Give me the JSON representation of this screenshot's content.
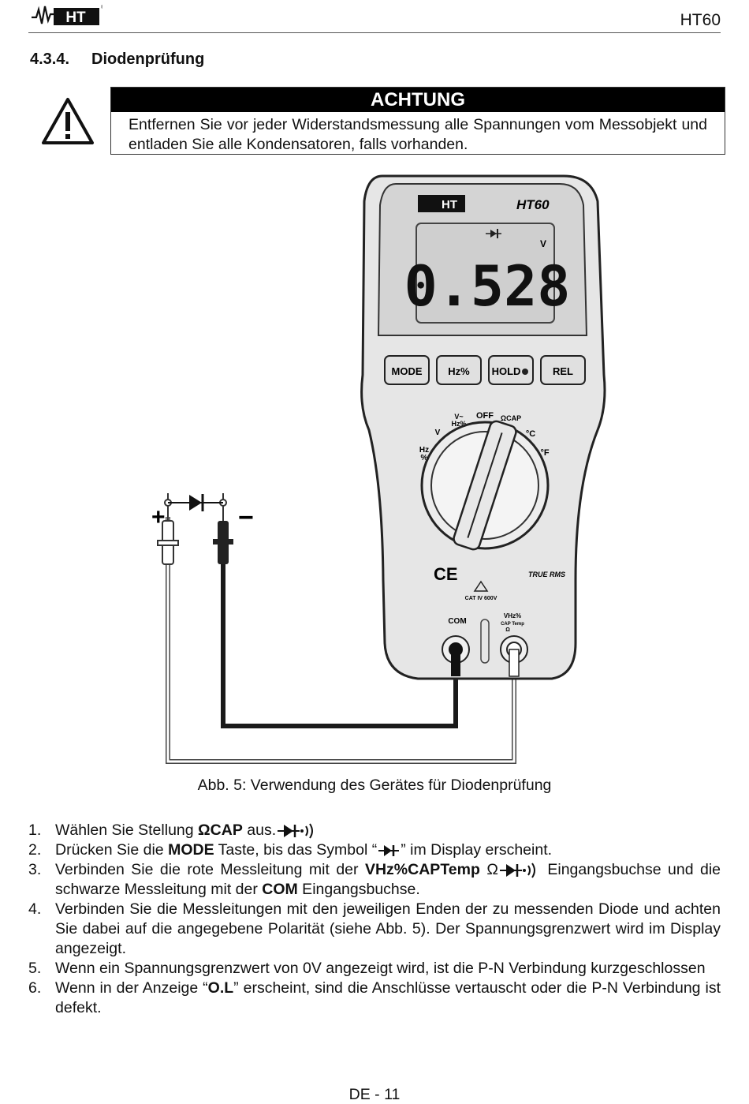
{
  "header": {
    "logo_text": "HT",
    "model": "HT60",
    "registered_mark": "®"
  },
  "section": {
    "number": "4.3.4.",
    "title": "Diodenprüfung"
  },
  "warning": {
    "title": "ACHTUNG",
    "text": "Entfernen Sie vor jeder Widerstandsmessung alle Spannungen vom Messobjekt und entladen Sie alle Kondensatoren, falls vorhanden."
  },
  "figure": {
    "device_logo": "HT",
    "device_model": "HT60",
    "display_reading": "0.528",
    "display_unit": "V",
    "buttons": [
      "MODE",
      "Hz%",
      "HOLD",
      "REL"
    ],
    "dial_labels": {
      "off": "OFF",
      "vhz_top": "V~",
      "vhz_bottom": "Hz%",
      "vdc": "V",
      "hz": "Hz",
      "pct": "%",
      "cap": "ΩCAP",
      "degc": "°C",
      "degf": "°F"
    },
    "ce_mark": "CE",
    "true_rms": "TRUE RMS",
    "cat_rating": "CAT IV 600V",
    "jack_com": "COM",
    "jack_v_top": "VHz%",
    "jack_v_mid": "CAP Temp",
    "jack_v_bottom": "Ω",
    "probe_plus": "+",
    "probe_minus": "−"
  },
  "caption": "Abb. 5: Verwendung des Gerätes für Diodenprüfung",
  "steps": [
    {
      "num": "1.",
      "t1": "Wählen Sie Stellung ",
      "b1": "ΩCAP",
      "t2": " aus."
    },
    {
      "num": "2.",
      "t1": "Drücken Sie die ",
      "b1": "MODE",
      "t2": " Taste, bis das Symbol “",
      "t3": "” im Display erscheint."
    },
    {
      "num": "3.",
      "t1": "Verbinden Sie die rote Messleitung mit der ",
      "b1": "VHz%CAPTemp",
      "t2": " Ω",
      "t3": " Eingangsbuchse und die schwarze Messleitung mit der ",
      "b2": "COM",
      "t4": " Eingangsbuchse."
    },
    {
      "num": "4.",
      "t1": "Verbinden Sie die Messleitungen mit den jeweiligen Enden der zu messenden Diode und achten Sie dabei auf die angegebene Polarität (siehe Abb. 5). Der Spannungsgrenzwert wird im Display angezeigt."
    },
    {
      "num": "5.",
      "t1": "Wenn ein Spannungsgrenzwert von 0V angezeigt wird, ist die P-N Verbindung kurzgeschlossen"
    },
    {
      "num": "6.",
      "t1": "Wenn in der Anzeige “",
      "b1": "O.L",
      "t2": "” erscheint, sind die Anschlüsse vertauscht oder die P-N Verbindung ist defekt."
    }
  ],
  "footer": {
    "page": "DE - 11"
  }
}
